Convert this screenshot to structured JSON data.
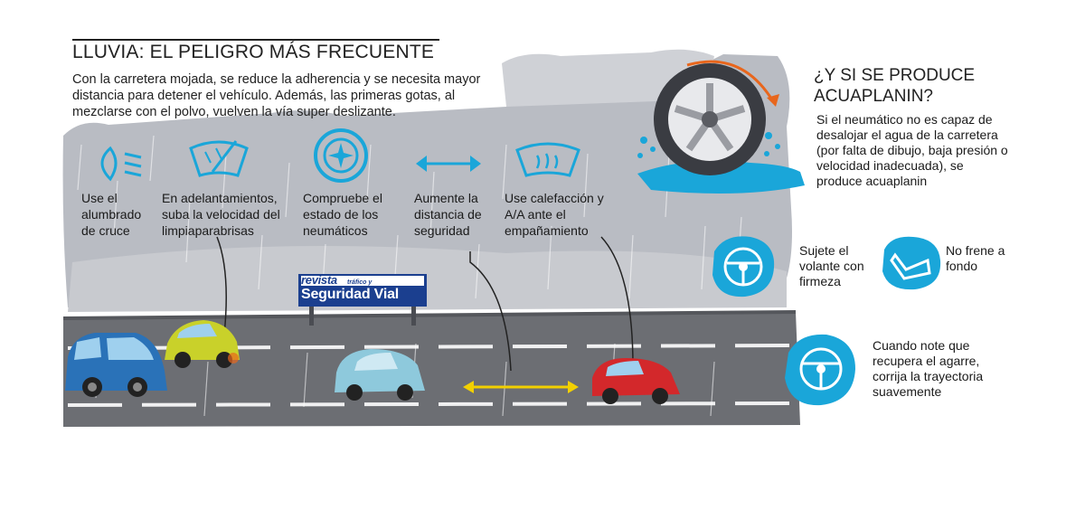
{
  "header": {
    "title": "LLUVIA: EL PELIGRO MÁS FRECUENTE",
    "intro": "Con la carretera mojada, se reduce la adherencia y se necesita mayor distancia para detener el vehículo. Además, las primeras gotas, al mezclarse con el polvo, vuelven la vía super deslizante."
  },
  "tips": [
    {
      "icon": "headlight-icon",
      "text": "Use el alumbrado de cruce"
    },
    {
      "icon": "wiper-icon",
      "text": "En adelantamientos, suba la velocidad del limpiaparabrisas"
    },
    {
      "icon": "tire-icon",
      "text": "Compruebe el estado de los neumáticos"
    },
    {
      "icon": "distance-arrows-icon",
      "text": "Aumente la distancia de seguridad"
    },
    {
      "icon": "defrost-icon",
      "text": "Use calefacción y A/A ante el empañamiento"
    }
  ],
  "aquaplaning": {
    "title": "¿Y SI SE PRODUCE ACUAPLANIN?",
    "body": "Si el neumático no es capaz de desalojar el agua de la carretera (por falta de dibujo, baja presión o velocidad inadecuada), se produce acuaplanin",
    "advice": [
      {
        "icon": "steering-wheel-hands-icon",
        "text": "Sujete el volante con firmeza"
      },
      {
        "icon": "brake-pedal-icon",
        "text": "No frene a fondo"
      },
      {
        "icon": "steering-correction-icon",
        "text": "Cuando note que recupera el agarre, corrija la trayectoria suavemente"
      }
    ]
  },
  "sign": {
    "line1": "revista",
    "line2": "tráfico y",
    "line3": "Seguridad Vial"
  },
  "colors": {
    "accent_blue": "#1aa6d9",
    "sky_gray": "#b9bcc3",
    "road_gray": "#6c6e73",
    "arrow_yellow": "#f2d000",
    "rotation_orange": "#e8661c"
  }
}
